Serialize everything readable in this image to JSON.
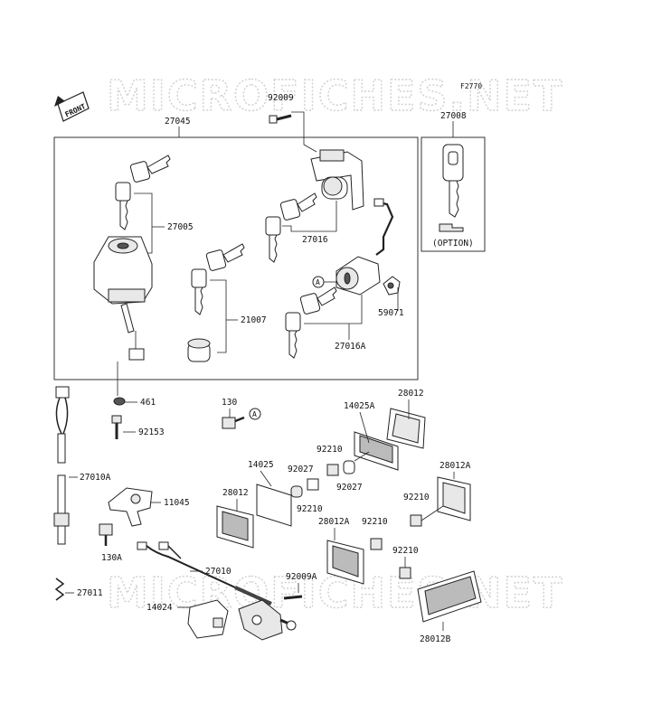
{
  "watermark": "MICROFICHES.NET",
  "figure_code": "F2770",
  "front_label": "FRONT",
  "option_label": "(OPTION)",
  "ref_mark": "A",
  "parts": {
    "p27045": "27045",
    "p27008": "27008",
    "p92009": "92009",
    "p27005": "27005",
    "p27016": "27016",
    "p21007": "21007",
    "p59071": "59071",
    "p27016A": "27016A",
    "p461": "461",
    "p92153": "92153",
    "p130": "130",
    "p14025A": "14025A",
    "p28012_top": "28012",
    "p92210_a": "92210",
    "p92027_a": "92027",
    "p27010A": "27010A",
    "p11045": "11045",
    "p14025": "14025",
    "p92027_b": "92027",
    "p92210_b": "92210",
    "p28012_mid": "28012",
    "p28012A_right": "28012A",
    "p92210_c": "92210",
    "p28012A_mid": "28012A",
    "p92210_d": "92210",
    "p130A": "130A",
    "p92210_e": "92210",
    "p27010": "27010",
    "p92009A": "92009A",
    "p27011": "27011",
    "p14024": "14024",
    "p28012B": "28012B"
  }
}
